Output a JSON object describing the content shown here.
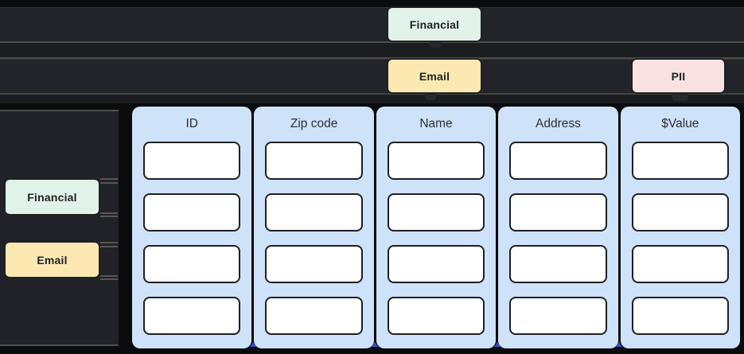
{
  "palette": {
    "financial_chip_bg": "#e1f2e8",
    "email_chip_bg": "#fce9b2",
    "pii_chip_bg": "#fae2e2",
    "column_panel_bg": "#cee2f9",
    "cell_bg": "#ffffff",
    "lane_bg": "#222429",
    "background": "#0a0b0d"
  },
  "timeline": {
    "row1_chip": {
      "label": "Financial"
    },
    "row2_chips": [
      {
        "label": "Email"
      },
      {
        "label": "PII"
      }
    ]
  },
  "sidebar": {
    "chips": [
      {
        "label": "Financial"
      },
      {
        "label": "Email"
      }
    ]
  },
  "table": {
    "columns": [
      {
        "header": "ID"
      },
      {
        "header": "Zip code"
      },
      {
        "header": "Name"
      },
      {
        "header": "Address"
      },
      {
        "header": "$Value"
      }
    ],
    "rows_per_column": 4
  }
}
